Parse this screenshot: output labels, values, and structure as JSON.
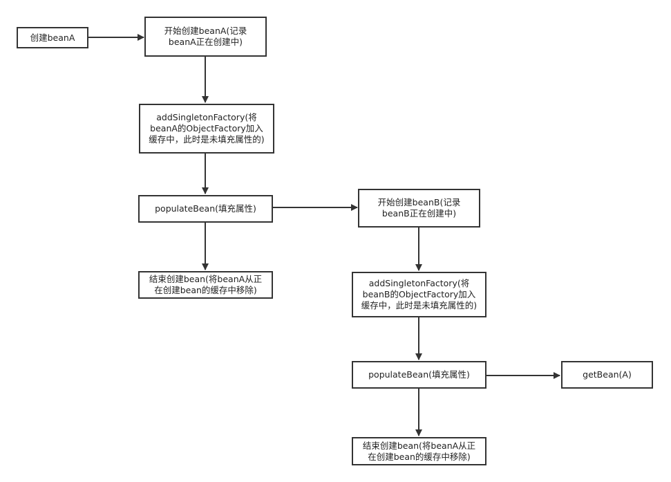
{
  "diagram": {
    "stroke_color": "#333333",
    "nodes": {
      "create_a": "创建beanA",
      "start_a": "开始创建beanA(记录\nbeanA正在创建中)",
      "add_factory_a": "addSingletonFactory(将\nbeanA的ObjectFactory加入\n缓存中，此时是未填充属性的)",
      "populate_a": "populateBean(填充属性)",
      "end_a": "结束创建bean(将beanA从正\n在创建bean的缓存中移除)",
      "start_b": "开始创建beanB(记录\nbeanB正在创建中)",
      "add_factory_b": "addSingletonFactory(将\nbeanB的ObjectFactory加入\n缓存中，此时是未填充属性的)",
      "populate_b": "populateBean(填充属性)",
      "get_bean_a": "getBean(A)",
      "end_b": "结束创建bean(将beanA从正\n在创建bean的缓存中移除)"
    }
  }
}
